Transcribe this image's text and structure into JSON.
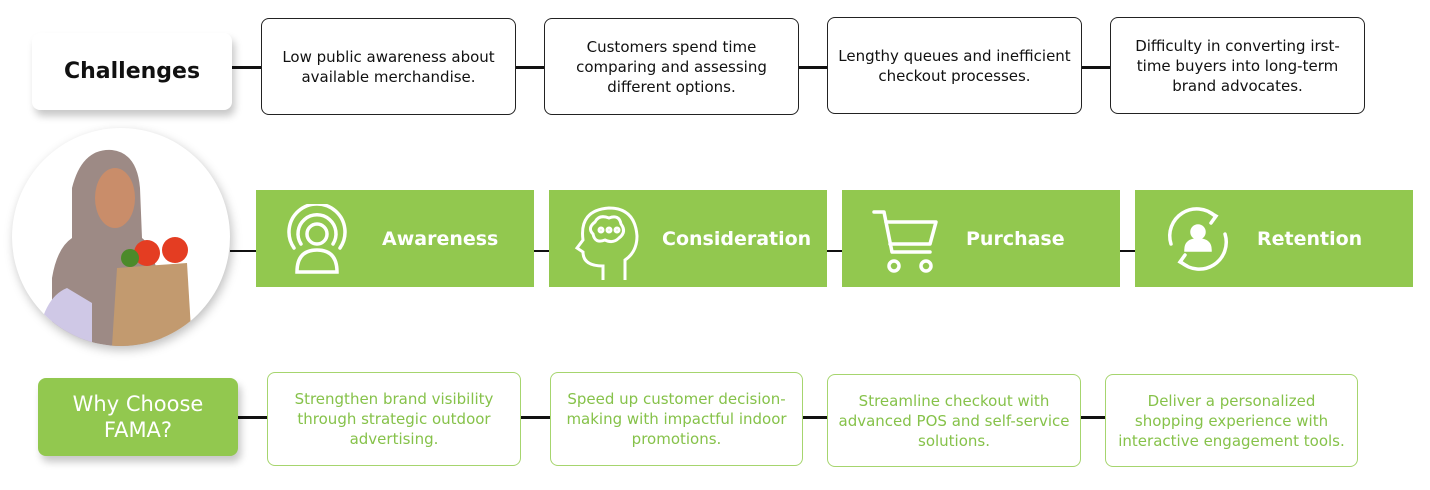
{
  "challenges": {
    "title": "Challenges",
    "items": [
      "Low public awareness about available merchandise.",
      "Customers spend time comparing and assessing different options.",
      "Lengthy queues and inefficient checkout processes.",
      "Difficulty in converting irst-time buyers into long-term brand advocates."
    ]
  },
  "stages": [
    {
      "label": "Awareness",
      "icon": "broadcast-person-icon"
    },
    {
      "label": "Consideration",
      "icon": "thinking-head-icon"
    },
    {
      "label": "Purchase",
      "icon": "shopping-cart-icon"
    },
    {
      "label": "Retention",
      "icon": "cycle-person-icon"
    }
  ],
  "why": {
    "title": "Why Choose FAMA?",
    "items": [
      "Strengthen brand visibility through strategic outdoor advertising.",
      "Speed up customer decision-making with impactful indoor promotions.",
      "Streamline checkout with advanced POS and self-service solutions.",
      "Deliver a personalized shopping experience with interactive engagement tools."
    ]
  },
  "colors": {
    "green": "#92c84f",
    "green_text": "#86c24a"
  }
}
